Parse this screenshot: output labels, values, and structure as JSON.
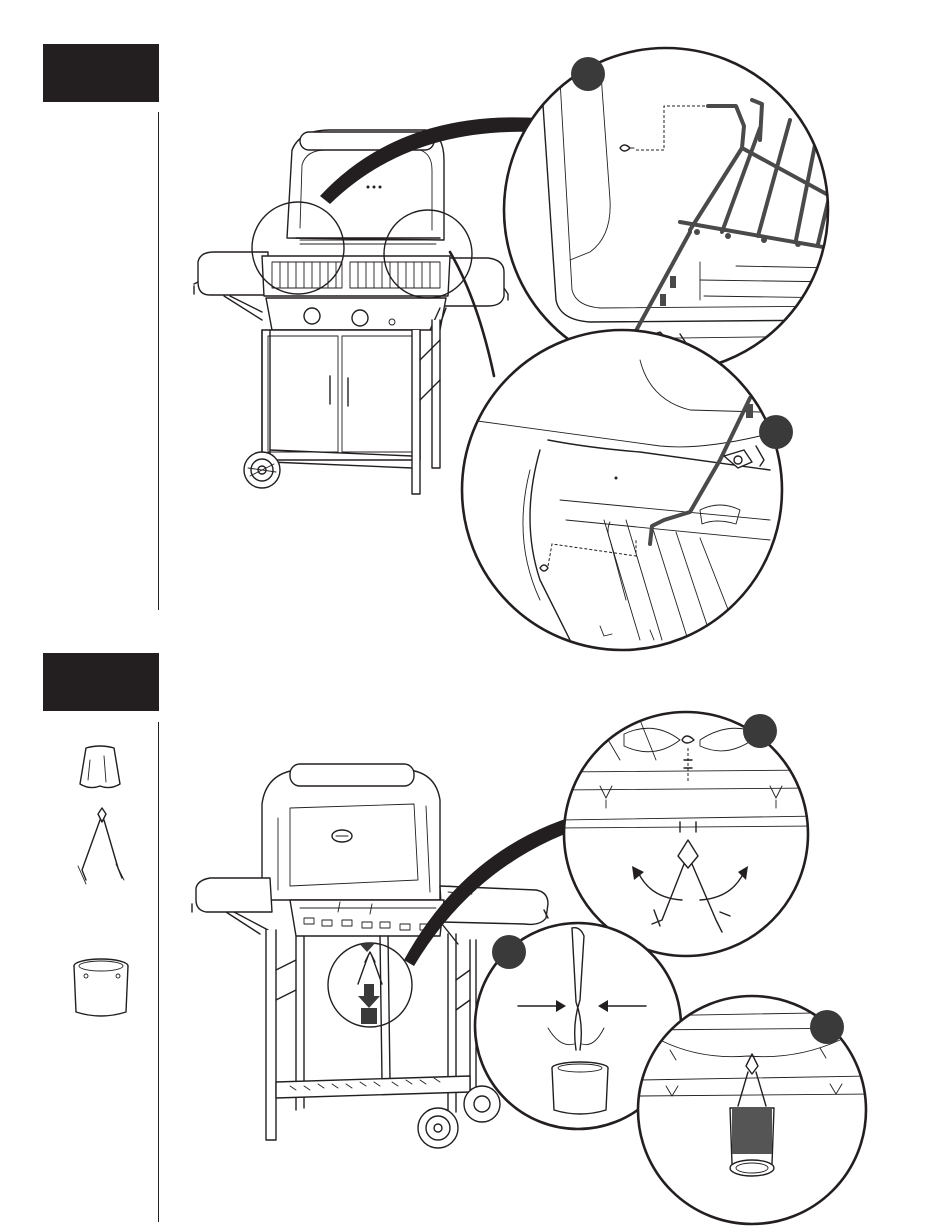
{
  "steps": [
    {
      "id": "upper-step",
      "number": ""
    },
    {
      "id": "lower-step",
      "number": ""
    }
  ],
  "parts": [
    {
      "name": "grease-cup-liner"
    },
    {
      "name": "grease-cup-hanger"
    },
    {
      "name": "grease-cup"
    }
  ],
  "colors": {
    "ink": "#231f20",
    "badge": "#3a3a3a",
    "zoom_tint": "#c8c8c8"
  }
}
